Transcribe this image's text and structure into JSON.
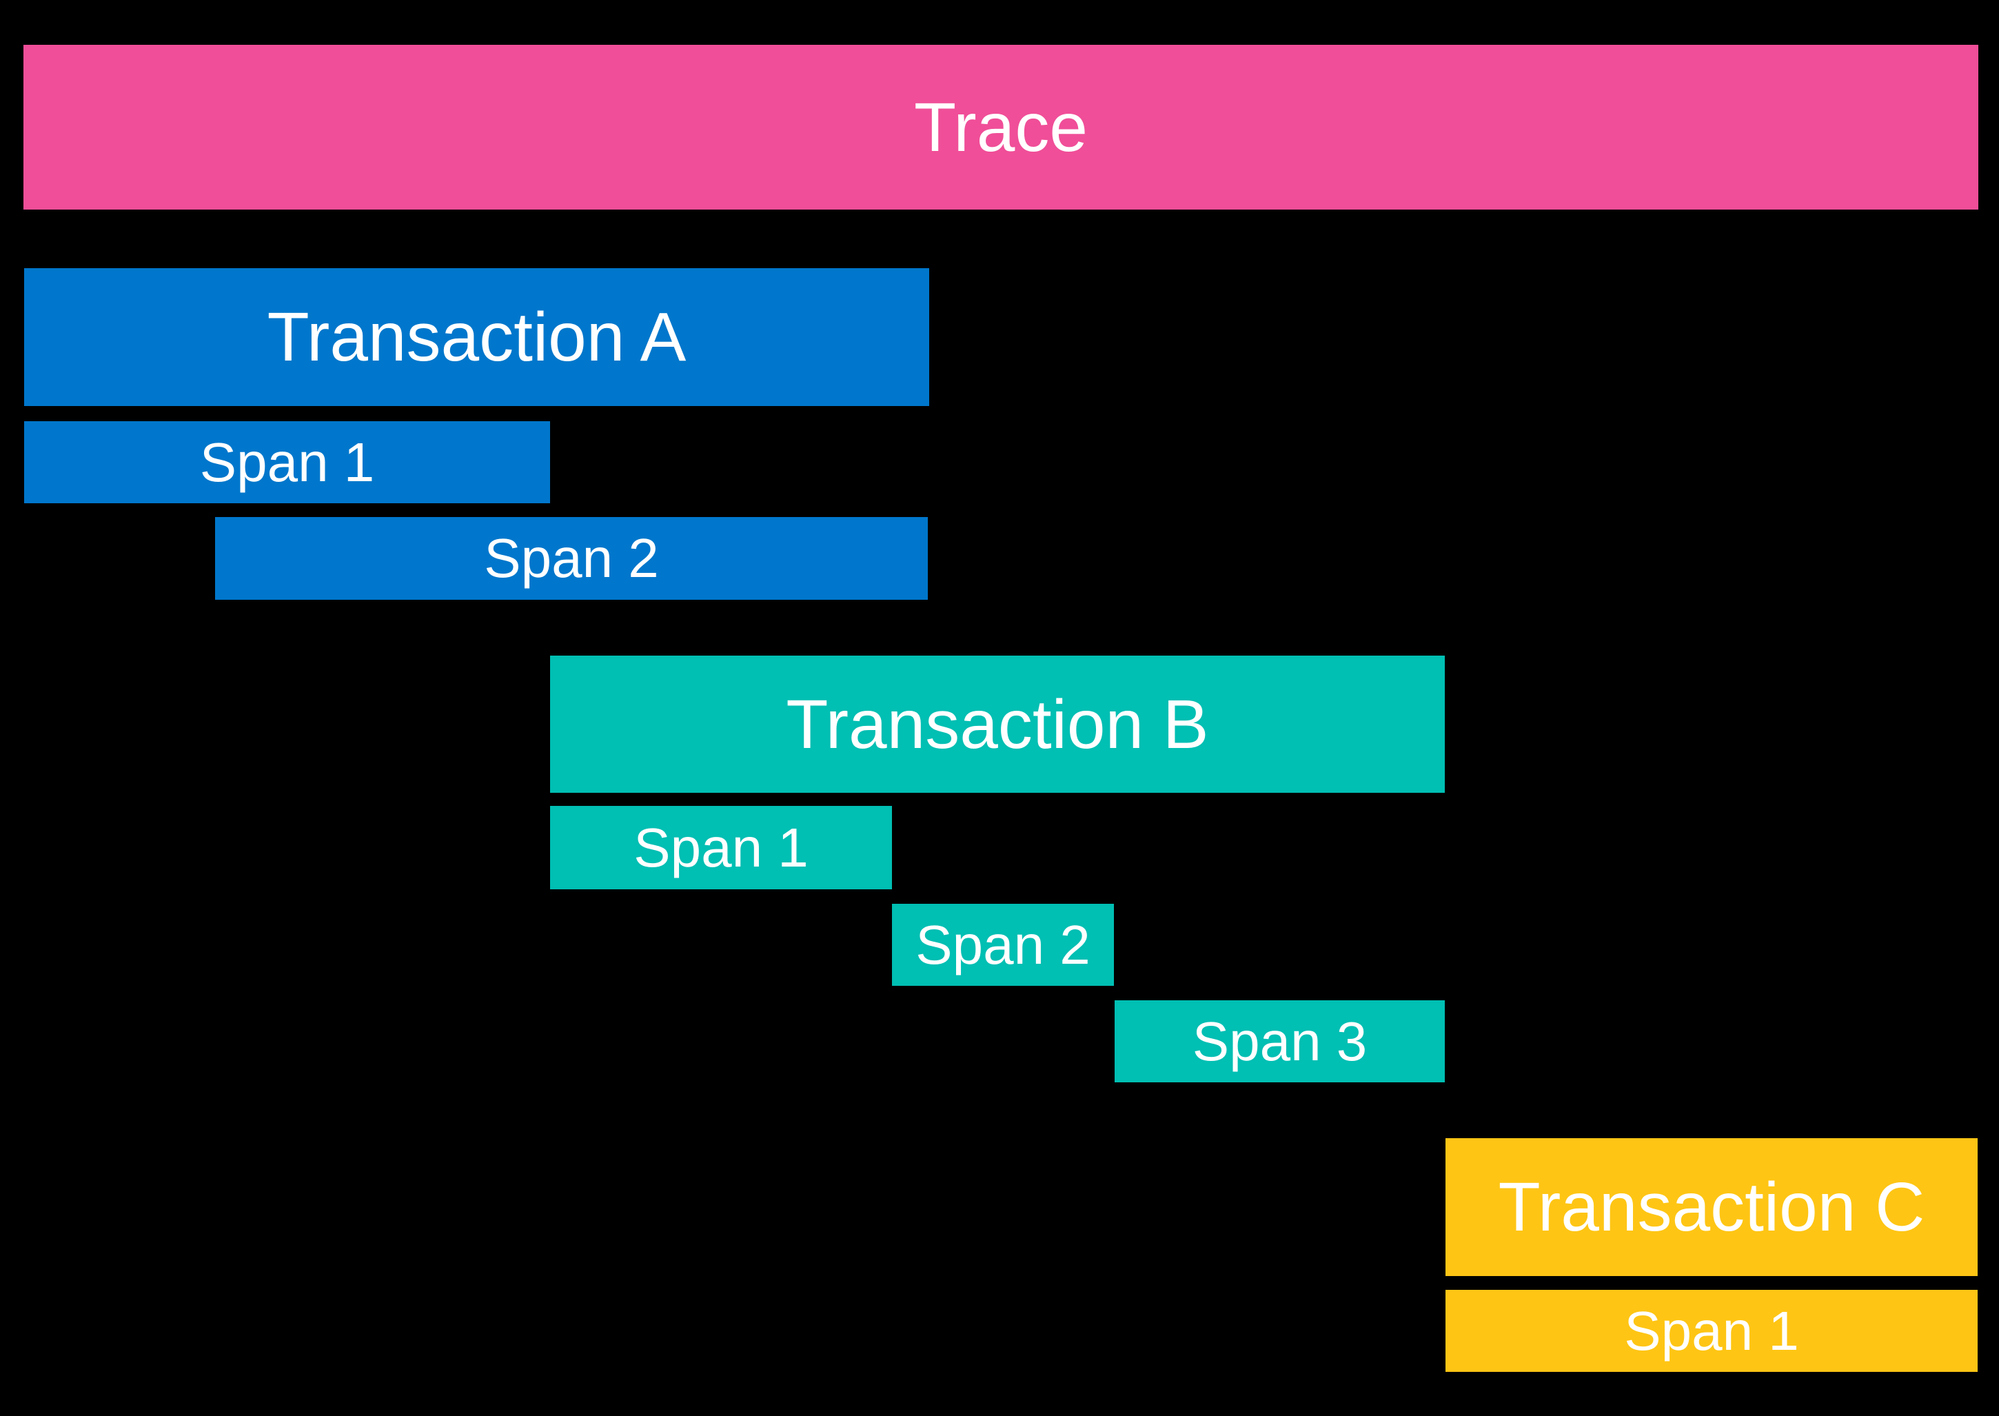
{
  "colors": {
    "background": "#000000",
    "text": "#FFFFFF",
    "trace": "#F04E98",
    "transaction_a": "#0077CC",
    "transaction_b": "#00BFB3",
    "transaction_c": "#FEC514"
  },
  "trace": {
    "label": "Trace",
    "transactions": [
      {
        "label": "Transaction A",
        "color": "#0077CC",
        "spans": [
          {
            "label": "Span 1"
          },
          {
            "label": "Span 2"
          }
        ]
      },
      {
        "label": "Transaction B",
        "color": "#00BFB3",
        "spans": [
          {
            "label": "Span 1"
          },
          {
            "label": "Span 2"
          },
          {
            "label": "Span 3"
          }
        ]
      },
      {
        "label": "Transaction C",
        "color": "#FEC514",
        "spans": [
          {
            "label": "Span 1"
          }
        ]
      }
    ]
  }
}
